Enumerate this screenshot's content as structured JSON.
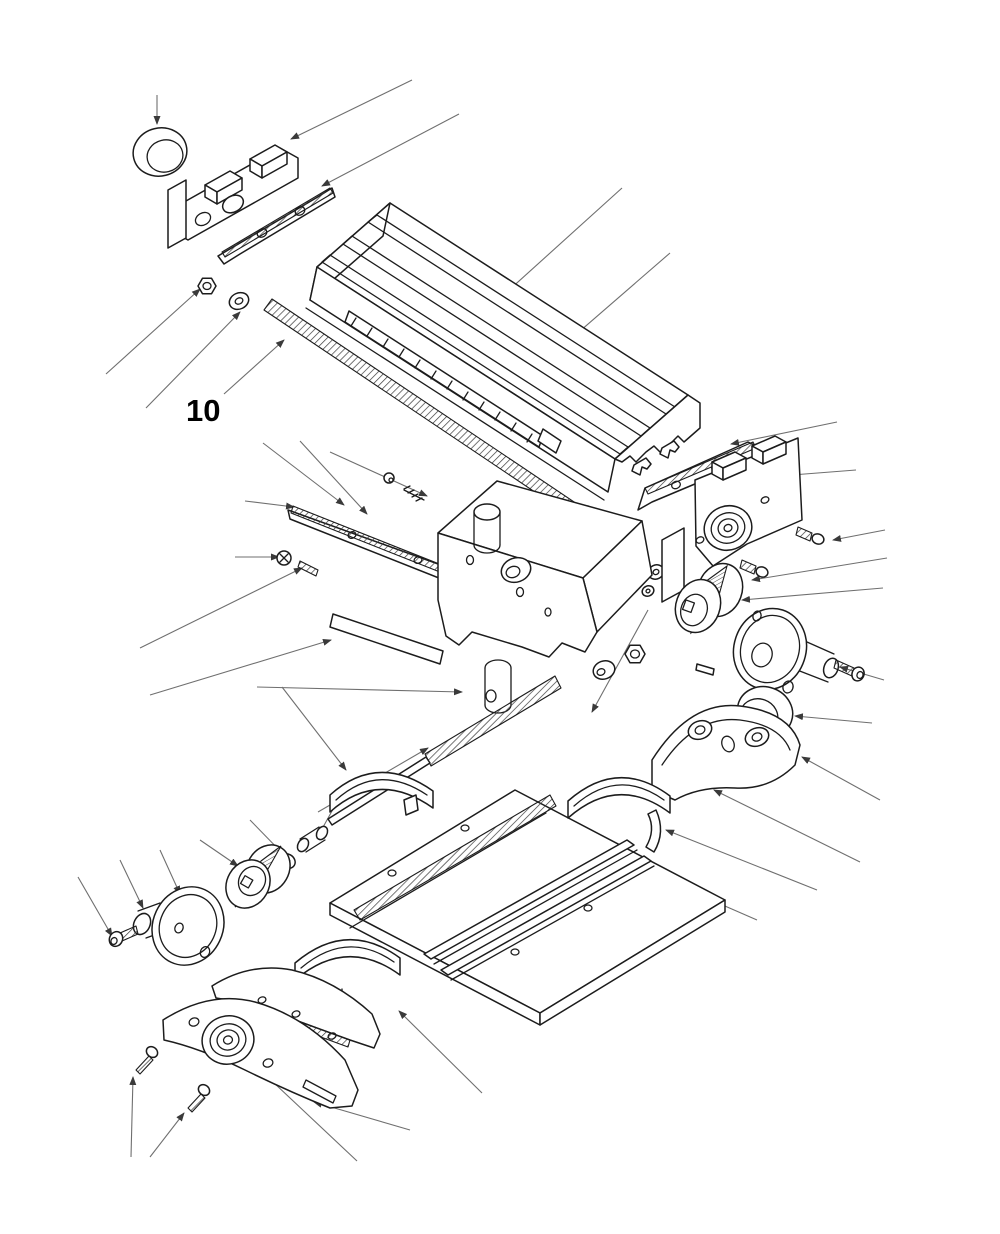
{
  "figure": {
    "type": "exploded-parts-diagram",
    "subject": "milling machine cross-slide table assembly",
    "label": "10",
    "colors": {
      "background": "#ffffff",
      "part_line": "#1c1c1c",
      "leader_line": "#6f6f6f",
      "label": "#000000"
    }
  },
  "parts": [
    "cap-knob",
    "end-bracket-top-left",
    "cover-plate-top-left",
    "hex-nut",
    "flat-washer",
    "leadscrew-upper",
    "t-slot-table",
    "scale-strip",
    "saddle",
    "gib-strip",
    "adjusting-screws",
    "end-bracket-top-right",
    "cover-plate-top-right",
    "ball-bearing",
    "graduated-dial-right",
    "handwheel-right",
    "handle-screw-right",
    "knob-cap-right",
    "end-support-bracket-right",
    "thrust-washer",
    "hex-nut-lower",
    "leadscrew-lower",
    "spacer-sleeve",
    "graduated-dial-left",
    "handwheel-left",
    "handle-screw-left",
    "base-plate",
    "rack-strip",
    "guide-rails",
    "clamp-plate-upper",
    "clamp-plate-right",
    "clamp-plate-lower",
    "end-bracket-bottom-left",
    "cover-plate-bottom-left",
    "mounting-screws"
  ]
}
